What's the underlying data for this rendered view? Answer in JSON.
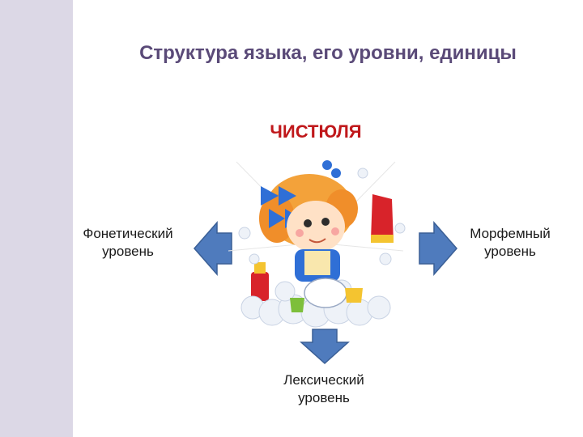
{
  "title": "Структура языка, его уровни, единицы",
  "center_word": "ЧИСТЮЛЯ",
  "levels": {
    "left": [
      "Фонетический",
      "уровень"
    ],
    "right": [
      "Морфемный",
      "уровень"
    ],
    "bottom": [
      "Лексический",
      "уровень"
    ]
  },
  "colors": {
    "title": "#5a4a78",
    "center_word": "#c0181b",
    "arrow_fill": "#4f7bbd",
    "arrow_stroke": "#3a5f96",
    "side_bar": "#dcd8e6"
  },
  "illustration": "girl-washing-dishes"
}
